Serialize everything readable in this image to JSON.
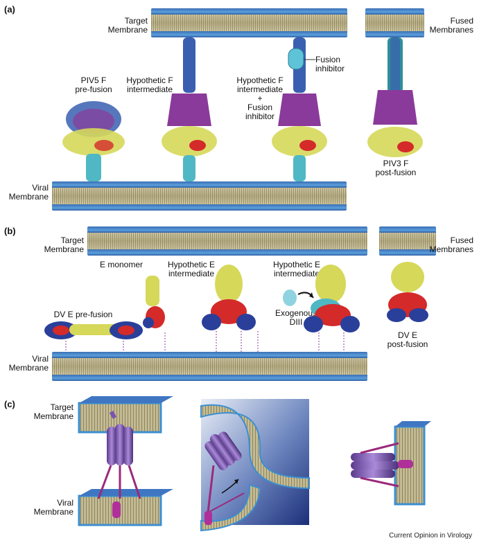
{
  "panels": {
    "a": {
      "letter": "(a)",
      "target_membrane": "Target\nMembrane",
      "fused_membranes": "Fused\nMembranes",
      "viral_membrane": "Viral\nMembrane",
      "piv5_prefusion": "PIV5 F\npre-fusion",
      "hypothetic_f_intermediate": "Hypothetic F\nintermediate",
      "hypothetic_f_intermediate_inhibitor": "Hypothetic F\nintermediate\n+\nFusion\ninhibitor",
      "fusion_inhibitor": "Fusion\ninhibitor",
      "piv3_postfusion": "PIV3 F\npost-fusion"
    },
    "b": {
      "letter": "(b)",
      "target_membrane": "Target\nMembrane",
      "fused_membranes": "Fused\nMembranes",
      "viral_membrane": "Viral\nMembrane",
      "e_monomer": "E monomer",
      "hypothetic_e_intermediate_1": "Hypothetic E\nintermediate",
      "hypothetic_e_intermediate_2": "Hypothetic E\nintermediate",
      "dv_e_prefusion": "DV E pre-fusion",
      "exogenous_diii": "Exogenous\nDIII",
      "dv_e_postfusion": "DV E\npost-fusion"
    },
    "c": {
      "letter": "(c)",
      "target_membrane": "Target\nMembrane",
      "viral_membrane": "Viral\nMembrane"
    }
  },
  "footer": "Current Opinion in Virology",
  "colors": {
    "membrane_blue": "#3b6fb5",
    "lipid_tan": "#c4bb93",
    "helix_blue": "#3a5fb0",
    "helix_purple": "#8a3a9a",
    "domain_yellow": "#d6d85a",
    "domain_red": "#d42a2a",
    "stalk_cyan": "#4fb8c4",
    "cylinder_purple": "#7a52b0"
  }
}
